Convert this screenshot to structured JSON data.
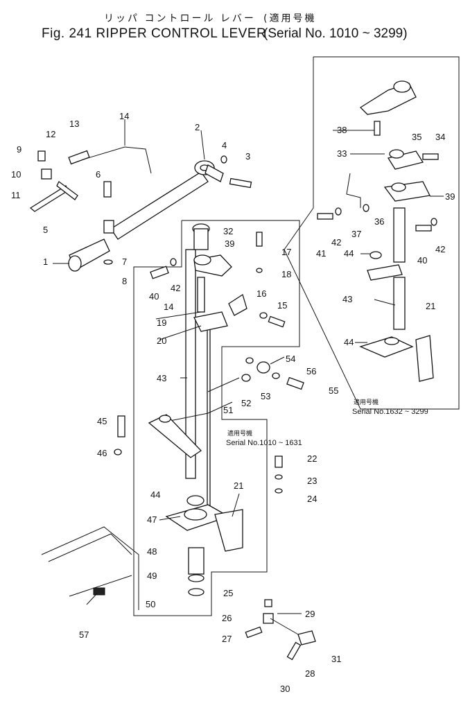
{
  "title": {
    "jp": "リッパ コントロール レバー",
    "jp_serial": "(適用号機",
    "en": "Fig. 241  RIPPER CONTROL  LEVER",
    "serial": "(Serial No.  1010 ~ 3299)"
  },
  "notes": {
    "upper_jp": "適用号機",
    "upper": "Serial  No.1632 ~ 3299",
    "lower_jp": "適用号機",
    "lower": "Serial  No.1010  ~ 1631"
  },
  "callouts": [
    {
      "id": "c1",
      "text": "1"
    },
    {
      "id": "c2",
      "text": "2"
    },
    {
      "id": "c3",
      "text": "3"
    },
    {
      "id": "c4",
      "text": "4"
    },
    {
      "id": "c5",
      "text": "5"
    },
    {
      "id": "c6",
      "text": "6"
    },
    {
      "id": "c7",
      "text": "7"
    },
    {
      "id": "c8",
      "text": "8"
    },
    {
      "id": "c9",
      "text": "9"
    },
    {
      "id": "c10",
      "text": "10"
    },
    {
      "id": "c11",
      "text": "11"
    },
    {
      "id": "c12",
      "text": "12"
    },
    {
      "id": "c13",
      "text": "13"
    },
    {
      "id": "c14a",
      "text": "14"
    },
    {
      "id": "c14b",
      "text": "14"
    },
    {
      "id": "c15",
      "text": "15"
    },
    {
      "id": "c16",
      "text": "16"
    },
    {
      "id": "c17",
      "text": "17"
    },
    {
      "id": "c18",
      "text": "18"
    },
    {
      "id": "c19",
      "text": "19"
    },
    {
      "id": "c20",
      "text": "20"
    },
    {
      "id": "c21a",
      "text": "21"
    },
    {
      "id": "c21b",
      "text": "21"
    },
    {
      "id": "c22",
      "text": "22"
    },
    {
      "id": "c23",
      "text": "23"
    },
    {
      "id": "c24",
      "text": "24"
    },
    {
      "id": "c25",
      "text": "25"
    },
    {
      "id": "c26",
      "text": "26"
    },
    {
      "id": "c27",
      "text": "27"
    },
    {
      "id": "c28",
      "text": "28"
    },
    {
      "id": "c29",
      "text": "29"
    },
    {
      "id": "c30",
      "text": "30"
    },
    {
      "id": "c31",
      "text": "31"
    },
    {
      "id": "c32",
      "text": "32"
    },
    {
      "id": "c33",
      "text": "33"
    },
    {
      "id": "c34",
      "text": "34"
    },
    {
      "id": "c35",
      "text": "35"
    },
    {
      "id": "c36",
      "text": "36"
    },
    {
      "id": "c37",
      "text": "37"
    },
    {
      "id": "c38",
      "text": "38"
    },
    {
      "id": "c39a",
      "text": "39"
    },
    {
      "id": "c39b",
      "text": "39"
    },
    {
      "id": "c40a",
      "text": "40"
    },
    {
      "id": "c40b",
      "text": "40"
    },
    {
      "id": "c41",
      "text": "41"
    },
    {
      "id": "c42a",
      "text": "42"
    },
    {
      "id": "c42b",
      "text": "42"
    },
    {
      "id": "c42c",
      "text": "42"
    },
    {
      "id": "c43a",
      "text": "43"
    },
    {
      "id": "c43b",
      "text": "43"
    },
    {
      "id": "c44a",
      "text": "44"
    },
    {
      "id": "c44b",
      "text": "44"
    },
    {
      "id": "c44c",
      "text": "44"
    },
    {
      "id": "c45",
      "text": "45"
    },
    {
      "id": "c46",
      "text": "46"
    },
    {
      "id": "c47",
      "text": "47"
    },
    {
      "id": "c48",
      "text": "48"
    },
    {
      "id": "c49",
      "text": "49"
    },
    {
      "id": "c50",
      "text": "50"
    },
    {
      "id": "c51",
      "text": "51"
    },
    {
      "id": "c52",
      "text": "52"
    },
    {
      "id": "c53",
      "text": "53"
    },
    {
      "id": "c54",
      "text": "54"
    },
    {
      "id": "c55",
      "text": "55"
    },
    {
      "id": "c56",
      "text": "56"
    },
    {
      "id": "c57",
      "text": "57"
    }
  ]
}
